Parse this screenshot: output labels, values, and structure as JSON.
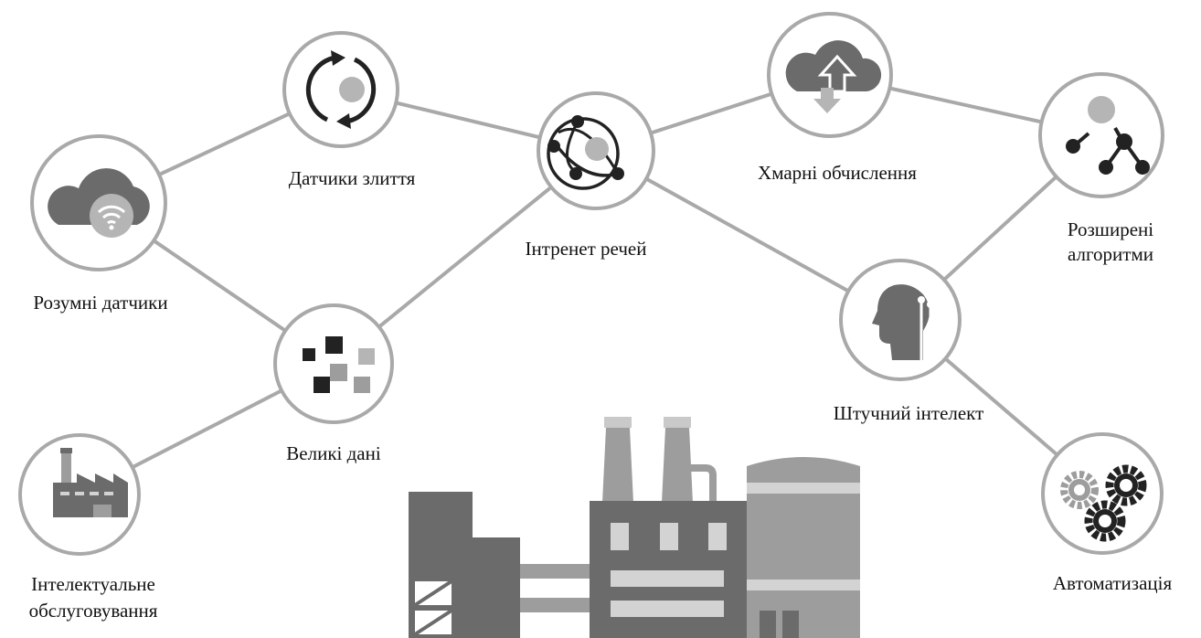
{
  "nodes": {
    "smart_sensors": {
      "label": "Розумні датчики",
      "icon": "cloud-wifi-icon"
    },
    "sensor_fusion": {
      "label": "Датчики злиття",
      "icon": "sync-icon"
    },
    "iot": {
      "label": "Інтренет речей",
      "icon": "network-globe-icon"
    },
    "cloud": {
      "label": "Хмарні обчислення",
      "icon": "cloud-sync-icon"
    },
    "algorithms": {
      "label_line1": "Розширені",
      "label_line2": "алгоритми",
      "icon": "tree-graph-icon"
    },
    "big_data": {
      "label": "Великі дані",
      "icon": "data-blocks-icon"
    },
    "ai": {
      "label": "Штучний інтелект",
      "icon": "ai-head-icon"
    },
    "maintenance": {
      "label_line1": "Інтелектуальне",
      "label_line2": "обслуговування",
      "icon": "factory-icon"
    },
    "automation": {
      "label": "Автоматизація",
      "icon": "gears-icon"
    }
  },
  "colors": {
    "ring": "#a9a9a9",
    "icon_dark": "#222222",
    "icon_mid": "#6b6b6b",
    "icon_light": "#b5b5b5",
    "text": "#111111"
  }
}
